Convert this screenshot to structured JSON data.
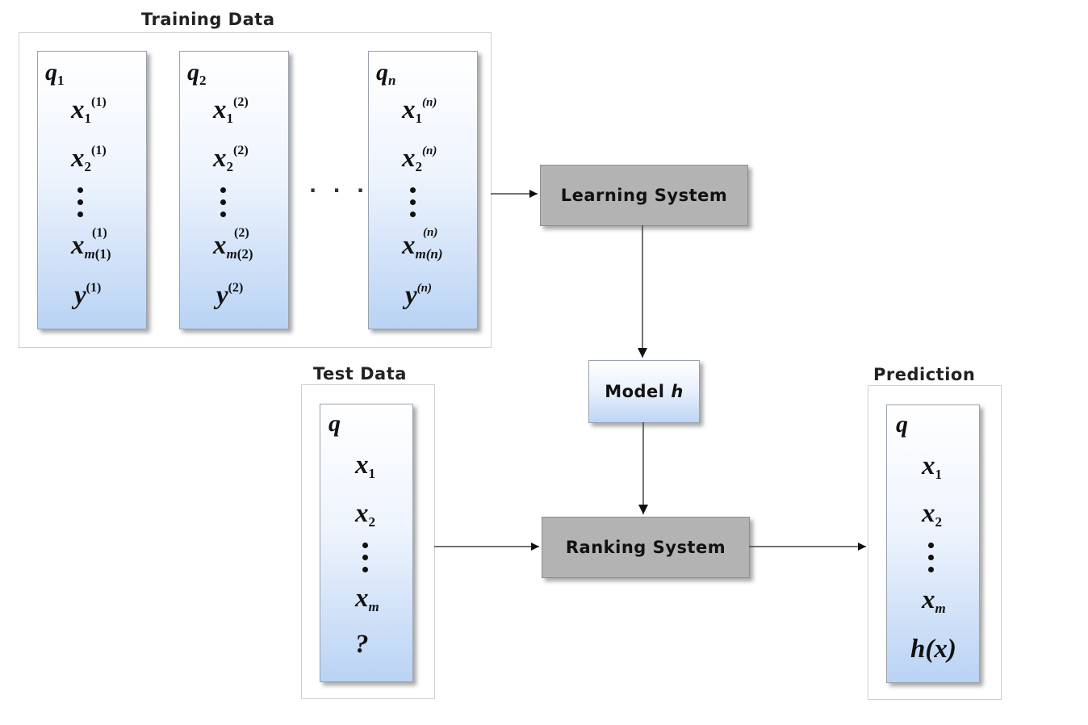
{
  "training": {
    "title": "Training Data",
    "columns": [
      {
        "q": "q",
        "q_sub": "1",
        "x_sup": "(1)",
        "xm_sub": "m",
        "xm_sub_paren": "(1)",
        "y_sup": "(1)"
      },
      {
        "q": "q",
        "q_sub": "2",
        "x_sup": "(2)",
        "xm_sub": "m",
        "xm_sub_paren": "(2)",
        "y_sup": "(2)"
      },
      {
        "q": "q",
        "q_sub": "n",
        "x_sup": "(n)",
        "xm_sub": "m",
        "xm_sub_paren": "(n)",
        "y_sup": "(n)"
      }
    ],
    "x": "x",
    "y": "y",
    "sub1": "1",
    "sub2": "2",
    "ellipsis": "· · ·"
  },
  "test": {
    "title": "Test Data",
    "q": "q",
    "x": "x",
    "sub1": "1",
    "sub2": "2",
    "subm": "m",
    "unknown": "?"
  },
  "prediction": {
    "title": "Prediction",
    "q": "q",
    "x": "x",
    "sub1": "1",
    "sub2": "2",
    "subm": "m",
    "hx": "h(x)"
  },
  "boxes": {
    "learning": "Learning System",
    "model_prefix": "Model",
    "model_h": "h",
    "ranking": "Ranking System"
  }
}
